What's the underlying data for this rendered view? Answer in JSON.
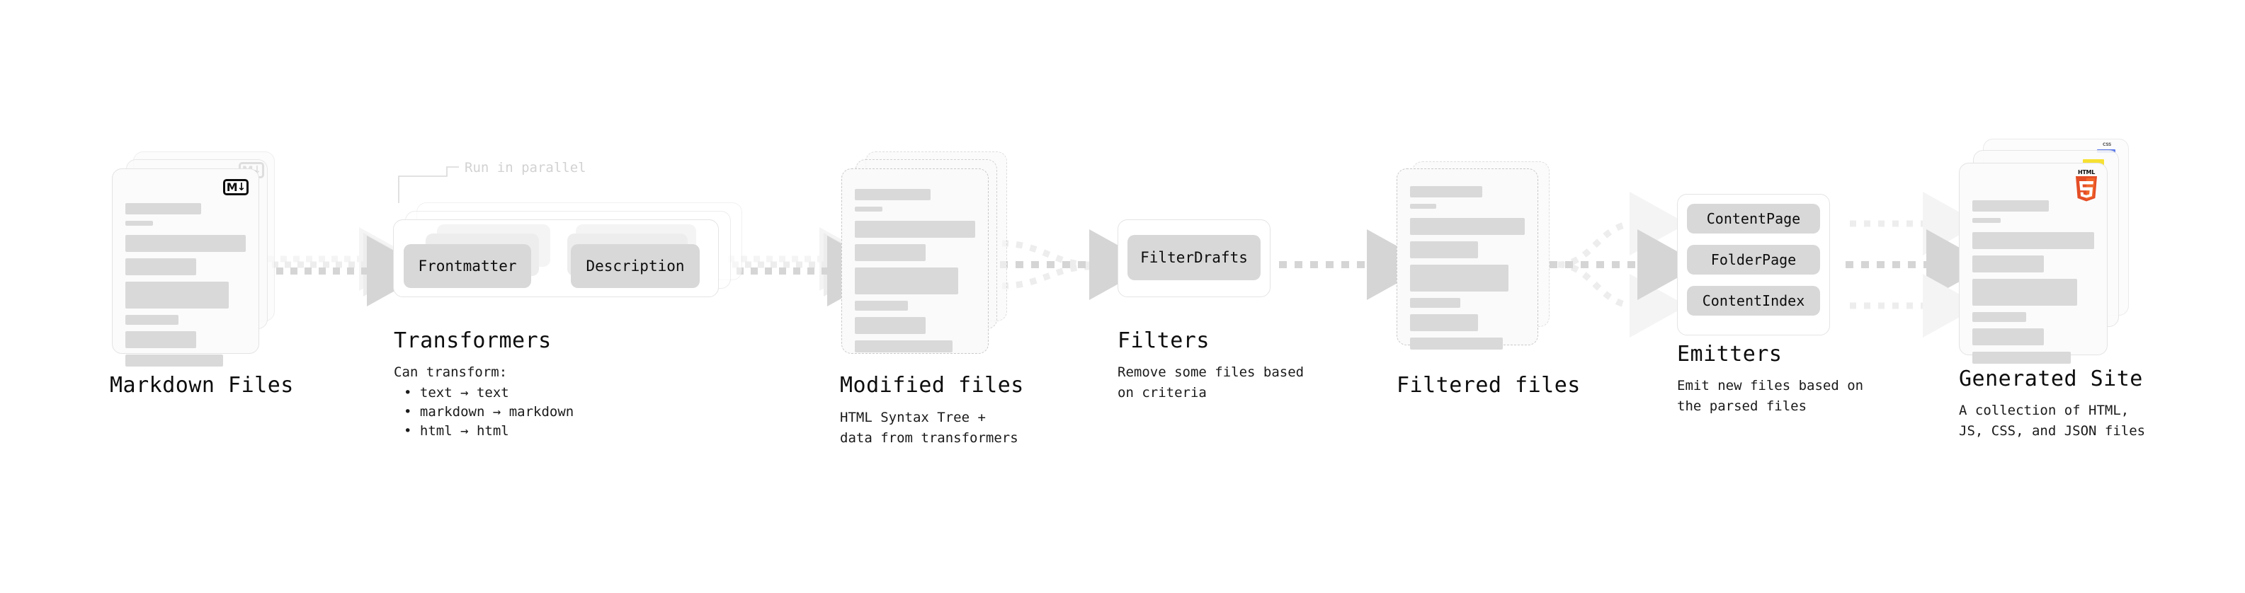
{
  "diagram": {
    "title_font": "monospace",
    "accent_colors": {
      "skeleton_bar": "#d9d9d9",
      "chip": "#d8d8d8",
      "arrow": "#d5d5d5",
      "card_border": "#e3e3e3",
      "dashed_border": "#c9c9c9",
      "html5_orange": "#e44d26",
      "html5_shield": "#f16529",
      "css3_blue": "#264de4",
      "js_yellow": "#f7df1e",
      "muted_text": "#d2d2d2"
    },
    "stages": [
      {
        "id": "markdown-files",
        "title": "Markdown Files",
        "subtitle": "",
        "badge": "markdown-icon",
        "badge_text_left": "M",
        "badge_text_right": "↓"
      },
      {
        "id": "transformers",
        "title": "Transformers",
        "subtitle": "Can transform:",
        "note": "Run in parallel",
        "chips": [
          "Frontmatter",
          "Description"
        ],
        "bullets": [
          "• text → text",
          "• markdown → markdown",
          "• html → html"
        ]
      },
      {
        "id": "modified-files",
        "title": "Modified files",
        "subtitle": "HTML Syntax Tree +\ndata from transformers"
      },
      {
        "id": "filters",
        "title": "Filters",
        "subtitle": "Remove some files based\non criteria",
        "chips": [
          "FilterDrafts"
        ]
      },
      {
        "id": "filtered-files",
        "title": "Filtered files",
        "subtitle": ""
      },
      {
        "id": "emitters",
        "title": "Emitters",
        "subtitle": "Emit new files based on\nthe parsed files",
        "chips": [
          "ContentPage",
          "FolderPage",
          "ContentIndex"
        ]
      },
      {
        "id": "generated-site",
        "title": "Generated Site",
        "subtitle": "A collection of HTML,\nJS, CSS, and JSON files",
        "badges": [
          "html5-icon",
          "js-icon",
          "css3-icon"
        ],
        "html5_label": "HTML",
        "html5_digit": "5",
        "css3_label": "CSS"
      }
    ]
  }
}
